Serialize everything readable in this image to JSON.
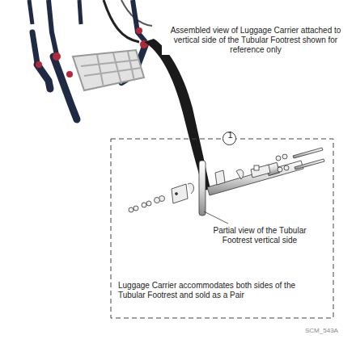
{
  "diagram": {
    "nodes": [
      {
        "text": [
          "Luggage Carrier accommodates both sides of the Tubular Footrest and sold as a Pair"
        ]
      },
      {
        "text": [
          "1"
        ],
        "in": 0
      }
    ],
    "labels": [
      "Assembled view of Luggage Carrier attached to vertical side of the Tubular Footrest shown for reference only",
      "Partial view of the Tubular Footrest vertical side",
      "SCM_543A"
    ]
  }
}
